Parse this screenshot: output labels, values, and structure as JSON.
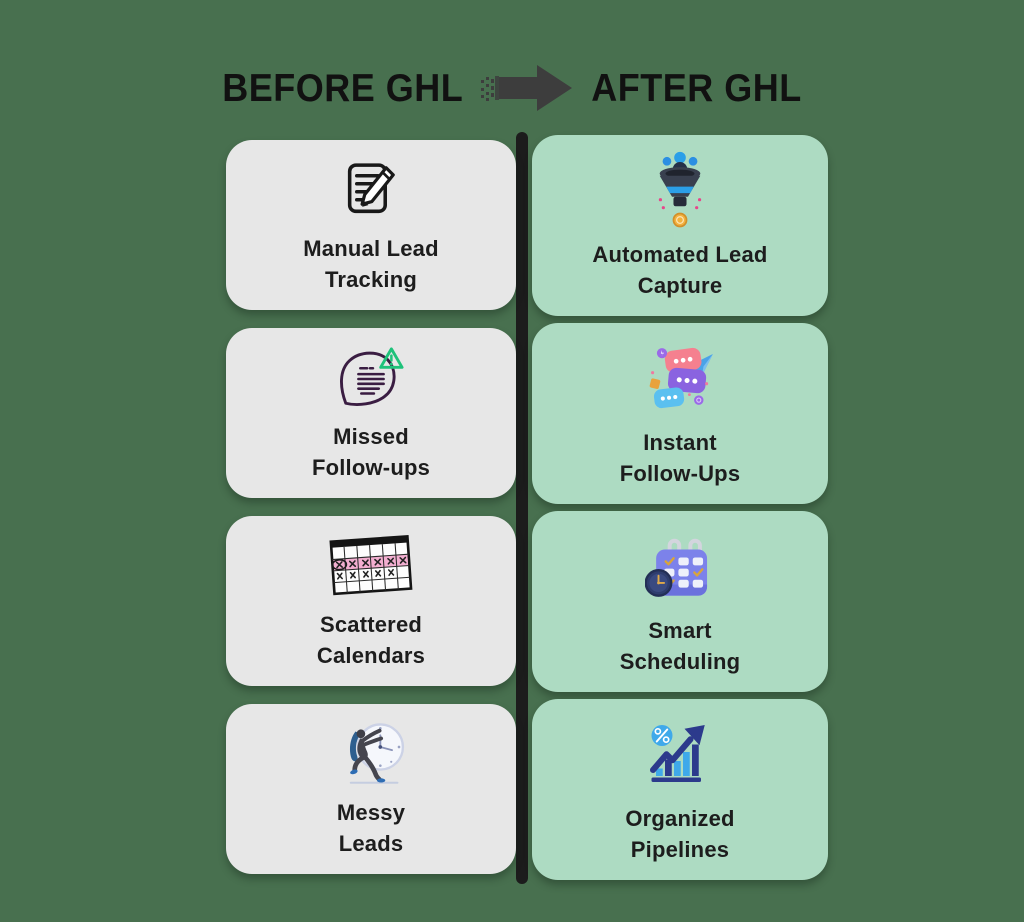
{
  "header": {
    "before": "BEFORE GHL",
    "after": "AFTER GHL",
    "arrow_icon": "right-arrow"
  },
  "rows": [
    {
      "before": {
        "icon": "notepad-pencil",
        "line1": "Manual Lead",
        "line2": "Tracking"
      },
      "after": {
        "icon": "lead-funnel",
        "line1": "Automated Lead",
        "line2": "Capture"
      }
    },
    {
      "before": {
        "icon": "missed-message-warning",
        "line1": "Missed",
        "line2": "Follow-ups"
      },
      "after": {
        "icon": "chat-bubbles",
        "line1": "Instant",
        "line2": "Follow-Ups"
      }
    },
    {
      "before": {
        "icon": "scattered-calendar",
        "line1": "Scattered",
        "line2": "Calendars"
      },
      "after": {
        "icon": "smart-scheduling-calendar",
        "line1": "Smart",
        "line2": "Scheduling"
      }
    },
    {
      "before": {
        "icon": "rushing-person-clock",
        "line1": "Messy",
        "line2": "Leads"
      },
      "after": {
        "icon": "growth-bar-chart",
        "line1": "Organized",
        "line2": "Pipelines"
      }
    }
  ],
  "colors": {
    "background": "#48704F",
    "card_gray": "#e7e7e7",
    "card_green": "#addbc2",
    "divider": "#1c1c1c",
    "heading_text": "#111111",
    "card_text": "#1d1d1d",
    "warning_green": "#1ec27a",
    "bubble_outline_purple": "#3a1d42",
    "funnel_navy": "#39404f",
    "accent_blue": "#2b9fe8",
    "chat_pink": "#f5808f",
    "chat_purple": "#8a63e0",
    "chat_blue": "#5bc0f0",
    "calendar_purple": "#7c82ea",
    "highlight_pink": "#f3aed0",
    "chart_navy": "#2c3a8c",
    "chart_light_blue": "#3fa9ea",
    "coin_gold": "#f3b23f"
  }
}
